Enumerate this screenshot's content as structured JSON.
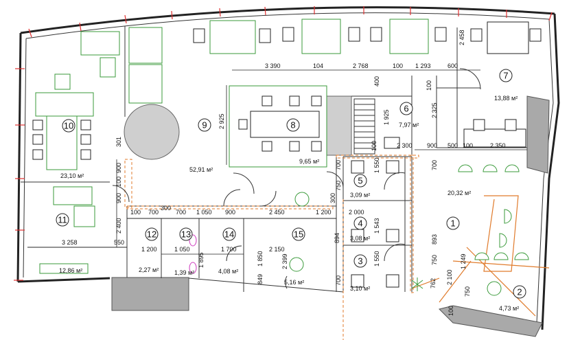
{
  "rooms": [
    {
      "id": "1",
      "area": "20,32 м²"
    },
    {
      "id": "2",
      "area": "4,73 м²"
    },
    {
      "id": "3",
      "area": "3,10 м²"
    },
    {
      "id": "4",
      "area": "3,08 м²"
    },
    {
      "id": "5",
      "area": "3,09 м²"
    },
    {
      "id": "6",
      "area": "7,97 м²"
    },
    {
      "id": "7",
      "area": "13,88 м²"
    },
    {
      "id": "8",
      "area": "9,65 м²"
    },
    {
      "id": "9",
      "area": "52,91 м²"
    },
    {
      "id": "10",
      "area": "23,10 м²"
    },
    {
      "id": "11",
      "area": "12,86 м²"
    },
    {
      "id": "12",
      "area": "2,27 м²"
    },
    {
      "id": "13",
      "area": "1,39 м²"
    },
    {
      "id": "14",
      "area": "4,08 м²"
    },
    {
      "id": "15",
      "area": "5,16 м²"
    }
  ],
  "dimensions": {
    "top": [
      "3 390",
      "104",
      "2 768",
      "100",
      "1 293",
      "600",
      "2 458"
    ],
    "mid": [
      "2 300",
      "900",
      "500",
      "100",
      "2 350"
    ],
    "left": [
      "2 925",
      "301",
      "900",
      "100",
      "900",
      "2 400"
    ],
    "corridor": [
      "100",
      "700",
      "300",
      "700",
      "1 050",
      "900",
      "2 450",
      "1 200",
      "2 000"
    ],
    "bottom": [
      "3 258",
      "550",
      "1 200",
      "1 050",
      "1 700",
      "2 150"
    ],
    "wc": [
      "700",
      "1 550",
      "750",
      "300",
      "1 543",
      "894",
      "1 850",
      "849",
      "2 399",
      "762",
      "100",
      "2 100",
      "1 249",
      "750",
      "893",
      "1 925",
      "2 325",
      "400",
      "100",
      "1 895",
      "750",
      "100",
      "700",
      "700",
      "1 550"
    ]
  },
  "colors": {
    "walls": "#222222",
    "furniture": "#3a9a3a",
    "partition": "#e07a2a",
    "columns": "#cfcfcf",
    "marks": "#e03030"
  }
}
